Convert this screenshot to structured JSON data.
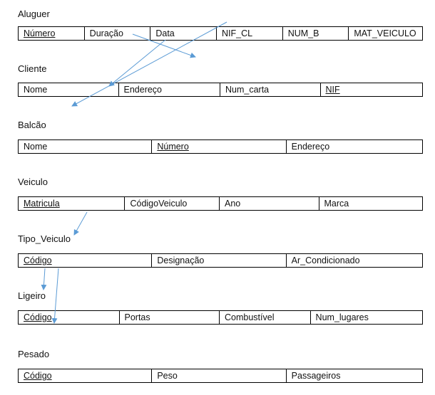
{
  "tables": [
    {
      "name": "Aluguer",
      "columns": [
        {
          "label": "Número",
          "key": true
        },
        {
          "label": "Duração",
          "key": false
        },
        {
          "label": "Data",
          "key": false
        },
        {
          "label": "NIF_CL",
          "key": false
        },
        {
          "label": "NUM_B",
          "key": false
        },
        {
          "label": "MAT_VEICULO",
          "key": false
        }
      ]
    },
    {
      "name": "Cliente",
      "columns": [
        {
          "label": "Nome",
          "key": false
        },
        {
          "label": "Endereço",
          "key": false
        },
        {
          "label": "Num_carta",
          "key": false
        },
        {
          "label": "NIF",
          "key": true
        }
      ]
    },
    {
      "name": "Balcão",
      "columns": [
        {
          "label": "Nome",
          "key": false
        },
        {
          "label": "Número",
          "key": true
        },
        {
          "label": "Endereço",
          "key": false
        }
      ]
    },
    {
      "name": "Veiculo",
      "columns": [
        {
          "label": "Matricula",
          "key": true
        },
        {
          "label": "CódigoVeiculo",
          "key": false
        },
        {
          "label": "Ano",
          "key": false
        },
        {
          "label": "Marca",
          "key": false
        }
      ]
    },
    {
      "name": "Tipo_Veiculo",
      "columns": [
        {
          "label": "Código",
          "key": true
        },
        {
          "label": "Designação",
          "key": false
        },
        {
          "label": "Ar_Condicionado",
          "key": false
        }
      ]
    },
    {
      "name": "Ligeiro",
      "columns": [
        {
          "label": "Código",
          "key": true
        },
        {
          "label": "Portas",
          "key": false
        },
        {
          "label": "Combustível",
          "key": false
        },
        {
          "label": "Num_lugares",
          "key": false
        }
      ]
    },
    {
      "name": "Pesado",
      "columns": [
        {
          "label": "Código",
          "key": true
        },
        {
          "label": "Peso",
          "key": false
        },
        {
          "label": "Passageiros",
          "key": false
        }
      ]
    }
  ],
  "arrow_color": "#5b9bd5"
}
